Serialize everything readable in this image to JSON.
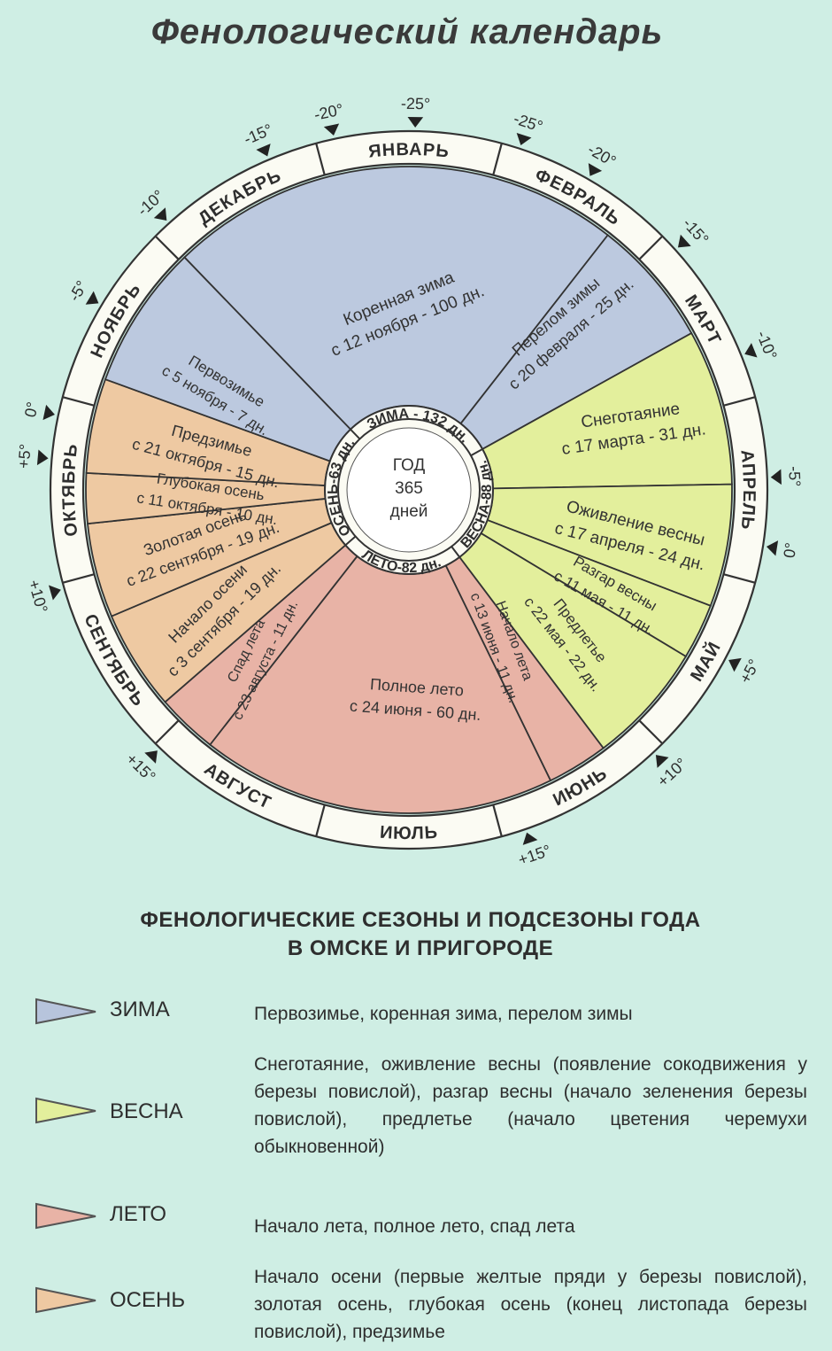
{
  "title": "Фенологический календарь",
  "center": {
    "line1": "ГОД",
    "line2": "365",
    "line3": "дней"
  },
  "seasons": [
    {
      "key": "winter",
      "label": "ЗИМА - 132 дн.",
      "color": "#bcc9df"
    },
    {
      "key": "spring",
      "label": "ВЕСНА-88 дн.",
      "color": "#e3ef9c"
    },
    {
      "key": "summer",
      "label": "ЛЕТО-82 дн.",
      "color": "#e8b3a6"
    },
    {
      "key": "autumn",
      "label": "ОСЕНЬ-63 дн.",
      "color": "#eec9a2"
    }
  ],
  "months": [
    "ЯНВАРЬ",
    "ФЕВРАЛЬ",
    "МАРТ",
    "АПРЕЛЬ",
    "МАЙ",
    "ИЮНЬ",
    "ИЮЛЬ",
    "АВГУСТ",
    "СЕНТЯБРЬ",
    "ОКТЯБРЬ",
    "НОЯБРЬ",
    "ДЕКАБРЬ"
  ],
  "temperatures": [
    "-25°",
    "-25°",
    "-20°",
    "-15°",
    "-10°",
    "-5°",
    "0°",
    "+5°",
    "+10°",
    "+15°",
    "+15°",
    "+10°",
    "+5°",
    "0°",
    "-5°",
    "-10°",
    "-15°",
    "-20°"
  ],
  "subseasons": [
    {
      "season": "winter",
      "line1": "Коренная зима",
      "line2": "с 12 ноября - 100 дн."
    },
    {
      "season": "winter",
      "line1": "Перелом зимы",
      "line2": "с 20 февраля - 25 дн."
    },
    {
      "season": "spring",
      "line1": "Снеготаяние",
      "line2": "с 17 марта - 31 дн."
    },
    {
      "season": "spring",
      "line1": "Оживление весны",
      "line2": "с 17 апреля - 24 дн."
    },
    {
      "season": "spring",
      "line1": "Разгар весны",
      "line2": "с 11 мая - 11 дн."
    },
    {
      "season": "spring",
      "line1": "Предлетье",
      "line2": "с 22 мая - 22 дн."
    },
    {
      "season": "summer",
      "line1": "Начало лета",
      "line2": "с 13 июня - 11 дн."
    },
    {
      "season": "summer",
      "line1": "Полное лето",
      "line2": "с 24 июня - 60 дн."
    },
    {
      "season": "summer",
      "line1": "Спад лета",
      "line2": "с 23 августа - 11 дн."
    },
    {
      "season": "autumn",
      "line1": "Начало осени",
      "line2": "с 3 сентября - 19 дн."
    },
    {
      "season": "autumn",
      "line1": "Золотая осень",
      "line2": "с 22 сентября - 19 дн."
    },
    {
      "season": "autumn",
      "line1": "Глубокая осень",
      "line2": "с 11 октября - 10 дн."
    },
    {
      "season": "autumn",
      "line1": "Предзимье",
      "line2": "с 21 октября - 15 дн."
    },
    {
      "season": "winter",
      "line1": "Первозимье",
      "line2": "с 5 ноября - 7 дн."
    }
  ],
  "legend": {
    "title_line1": "ФЕНОЛОГИЧЕСКИЕ СЕЗОНЫ И ПОДСЕЗОНЫ ГОДА",
    "title_line2": "В ОМСКЕ И ПРИГОРОДЕ",
    "items": [
      {
        "label": "ЗИМА",
        "color": "#b7c4dc",
        "text": "Первозимье, коренная зима, перелом зимы"
      },
      {
        "label": "ВЕСНА",
        "color": "#e3ef9c",
        "text": "Снеготаяние, оживление весны (появление сокодвижения у березы повислой), разгар весны (начало зеленения березы повислой), предлетье (начало цветения черемухи обыкновенной)"
      },
      {
        "label": "ЛЕТО",
        "color": "#e8b3a6",
        "text": "Начало лета, полное лето, спад лета"
      },
      {
        "label": "ОСЕНЬ",
        "color": "#eec9a2",
        "text": "Начало осени (первые желтые пряди у березы повислой), золотая осень, глубокая осень (конец листопада березы повислой), предзимье"
      }
    ]
  }
}
